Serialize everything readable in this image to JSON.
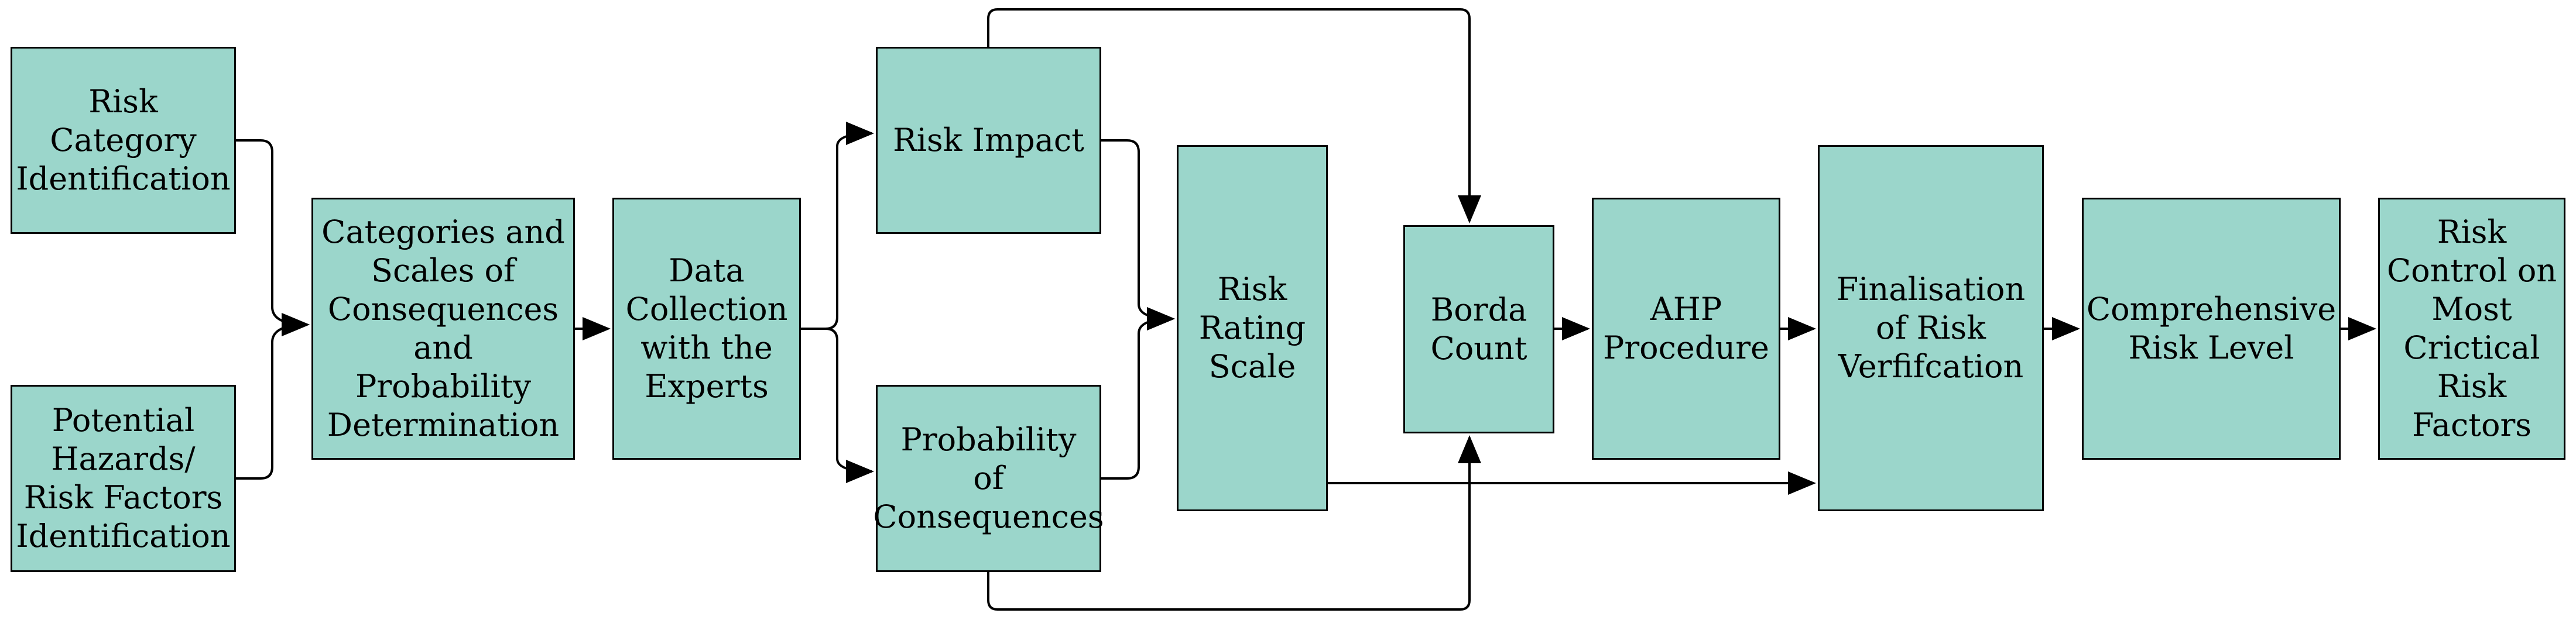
{
  "colors": {
    "node_fill": "#9bd6cb",
    "node_border": "#000000",
    "edge": "#000000"
  },
  "nodes": {
    "risk_category": {
      "label": "Risk\nCategory\nIdentification"
    },
    "potential_hazards": {
      "label": "Potential\nHazards/\nRisk Factors\nIdentification"
    },
    "categories_scales": {
      "label": "Categories and\nScales of\nConsequences\nand\nProbability\nDetermination"
    },
    "data_collection": {
      "label": "Data\nCollection\nwith the\nExperts"
    },
    "risk_impact": {
      "label": "Risk Impact"
    },
    "probability": {
      "label": "Probability\nof\nConsequences"
    },
    "risk_rating": {
      "label": "Risk\nRating\nScale"
    },
    "borda_count": {
      "label": "Borda\nCount"
    },
    "ahp": {
      "label": "AHP\nProcedure"
    },
    "finalisation": {
      "label": "Finalisation\nof Risk\nVerfifcation"
    },
    "comprehensive": {
      "label": "Comprehensive\nRisk Level"
    },
    "risk_control": {
      "label": "Risk\nControl on\nMost\nCrictical\nRisk\nFactors"
    }
  },
  "edges": [
    {
      "id": "risk-category-to-categories-scales",
      "from": "risk_category",
      "to": "categories_scales"
    },
    {
      "id": "potential-hazards-to-categories-scales",
      "from": "potential_hazards",
      "to": "categories_scales"
    },
    {
      "id": "categories-scales-to-data-collection",
      "from": "categories_scales",
      "to": "data_collection"
    },
    {
      "id": "data-collection-to-risk-impact",
      "from": "data_collection",
      "to": "risk_impact"
    },
    {
      "id": "data-collection-to-probability",
      "from": "data_collection",
      "to": "probability"
    },
    {
      "id": "risk-impact-to-risk-rating",
      "from": "risk_impact",
      "to": "risk_rating"
    },
    {
      "id": "probability-to-risk-rating",
      "from": "probability",
      "to": "risk_rating"
    },
    {
      "id": "risk-impact-to-borda-count",
      "from": "risk_impact",
      "to": "borda_count"
    },
    {
      "id": "probability-to-borda-count",
      "from": "probability",
      "to": "borda_count"
    },
    {
      "id": "risk-rating-to-finalisation",
      "from": "risk_rating",
      "to": "finalisation"
    },
    {
      "id": "borda-count-to-ahp",
      "from": "borda_count",
      "to": "ahp"
    },
    {
      "id": "ahp-to-finalisation",
      "from": "ahp",
      "to": "finalisation"
    },
    {
      "id": "finalisation-to-comprehensive",
      "from": "finalisation",
      "to": "comprehensive"
    },
    {
      "id": "comprehensive-to-risk-control",
      "from": "comprehensive",
      "to": "risk_control"
    }
  ]
}
